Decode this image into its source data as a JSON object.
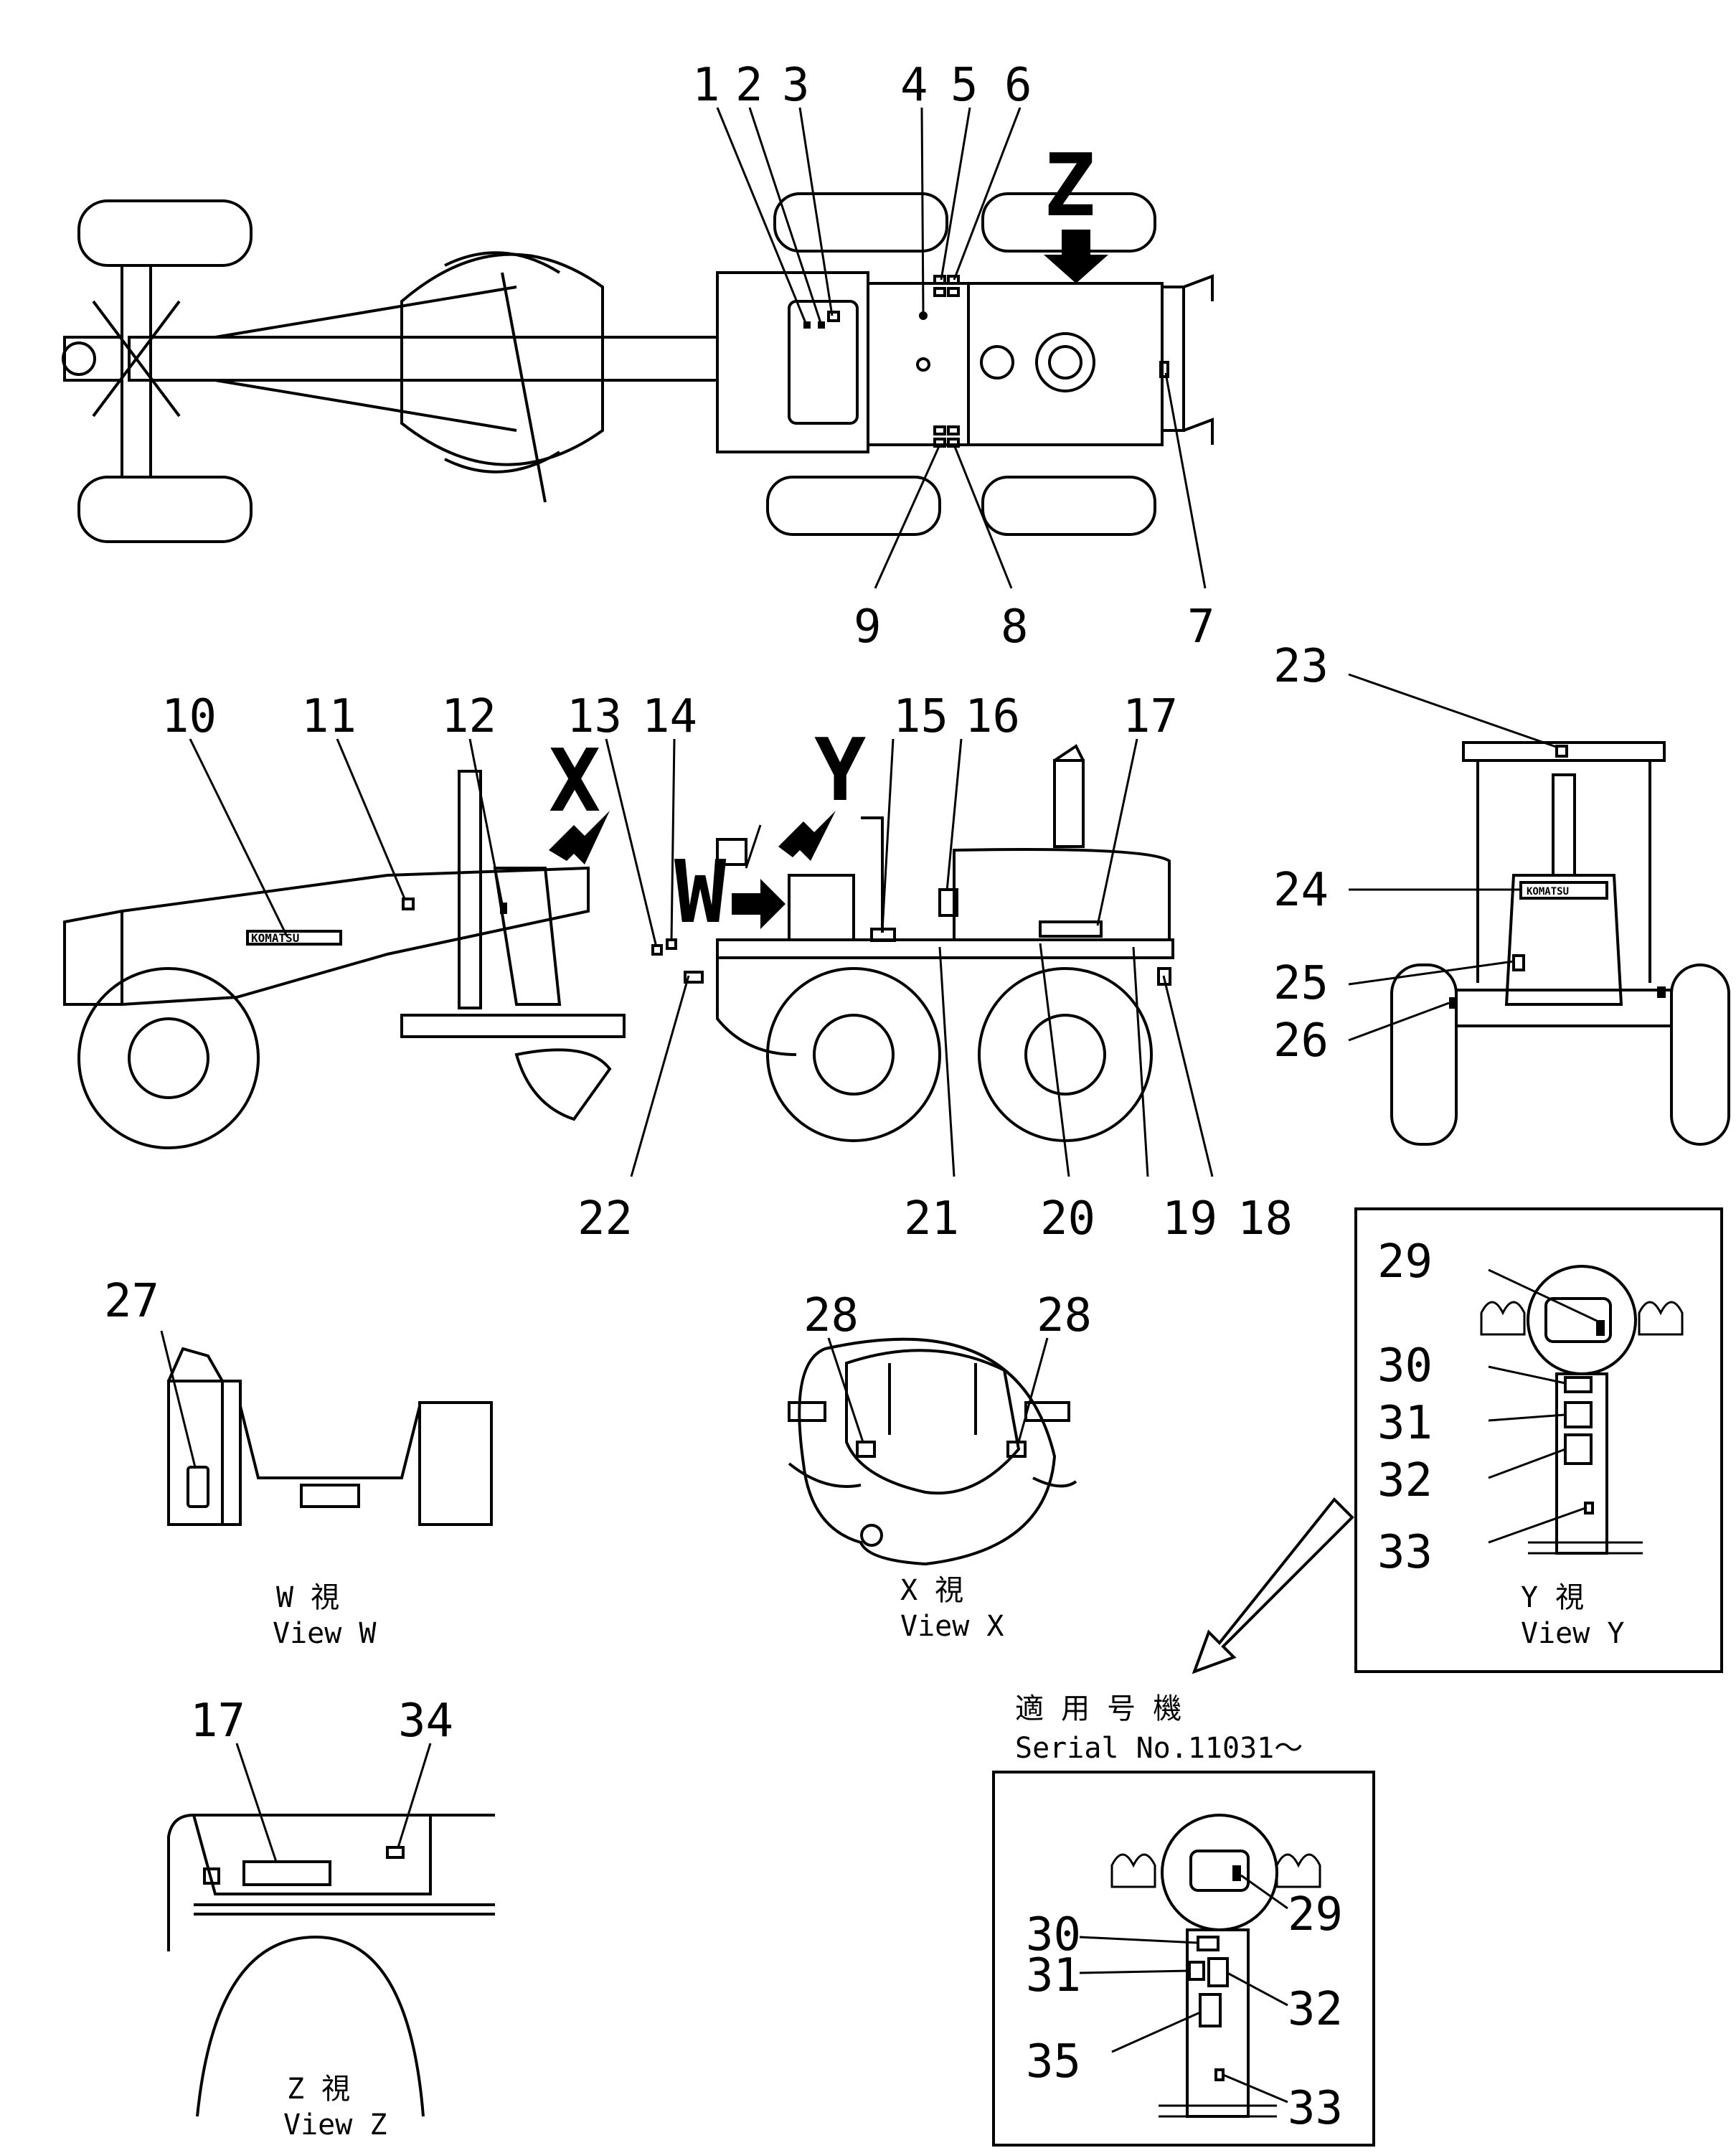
{
  "callouts": {
    "n1": "1",
    "n2": "2",
    "n3": "3",
    "n4": "4",
    "n5": "5",
    "n6": "6",
    "n7": "7",
    "n8": "8",
    "n9": "9",
    "n10": "10",
    "n11": "11",
    "n12": "12",
    "n13": "13",
    "n14": "14",
    "n15": "15",
    "n16": "16",
    "n17": "17",
    "n18": "18",
    "n19": "19",
    "n20": "20",
    "n21": "21",
    "n22": "22",
    "n23": "23",
    "n24": "24",
    "n25": "25",
    "n26": "26",
    "n27": "27",
    "n28a": "28",
    "n28b": "28",
    "n29": "29",
    "n30": "30",
    "n31": "31",
    "n32": "32",
    "n33": "33",
    "n17z": "17",
    "n34": "34",
    "n29b": "29",
    "n30b": "30",
    "n31b": "31",
    "n32b": "32",
    "n33b": "33",
    "n35": "35"
  },
  "view_letters": {
    "z": "Z",
    "x": "X",
    "y": "Y",
    "w": "W"
  },
  "captions": {
    "view_w_jp": "W 視",
    "view_w_en": "View W",
    "view_x_jp": "X 視",
    "view_x_en": "View X",
    "view_y_jp": "Y 視",
    "view_y_en": "View Y",
    "view_z_jp": "Z 視",
    "view_z_en": "View Z",
    "serial_jp": "適 用 号 機",
    "serial_en": "Serial No.11031〜"
  },
  "logo_text": "KOMATSU"
}
